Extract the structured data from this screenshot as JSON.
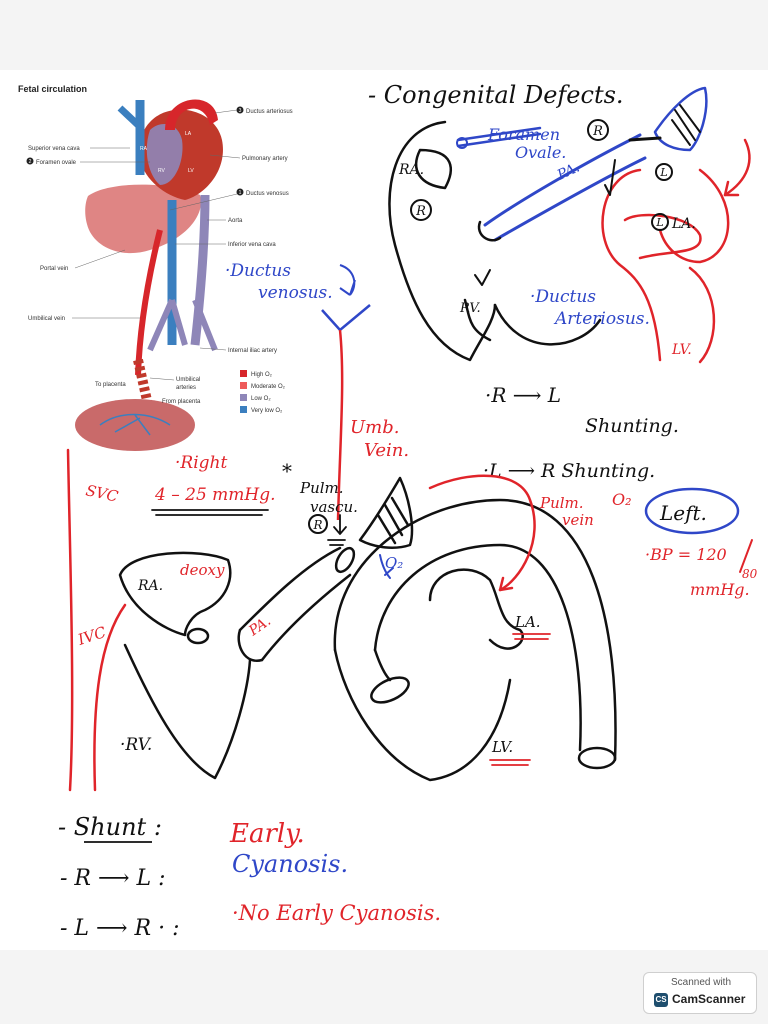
{
  "colors": {
    "ink": "#111111",
    "red": "#e0242a",
    "blue": "#2f47c8",
    "vein_blue": "#3b7fbf",
    "vein_purple": "#8e86b8",
    "placenta": "#c96a6a",
    "liver": "#d9706e"
  },
  "figure": {
    "title": "Fetal circulation",
    "labels": {
      "svc": "Superior vena cava",
      "foramen": "Foramen ovale",
      "ductus_art": "Ductus arteriosus",
      "pulm_art": "Pulmonary artery",
      "ductus_ven": "Ductus venosus",
      "aorta": "Aorta",
      "ivc": "Inferior vena cava",
      "portal": "Portal vein",
      "umb_vein": "Umbilical vein",
      "iliac": "Internal iliac artery",
      "to_placenta": "To placenta",
      "umb_arteries_1": "Umbilical",
      "umb_arteries_2": "arteries",
      "from_placenta": "From placenta",
      "num_1": "1",
      "num_2": "2",
      "num_3": "3",
      "ra": "RA",
      "la": "LA",
      "rv": "RV",
      "lv": "LV"
    },
    "legend": [
      {
        "label": "High O₂",
        "color": "#d7262b"
      },
      {
        "label": "Moderate O₂",
        "color": "#ee5a5a"
      },
      {
        "label": "Low O₂",
        "color": "#8e86b8"
      },
      {
        "label": "Very low O₂",
        "color": "#3b7fbf"
      }
    ]
  },
  "notes": {
    "heading": "- Congenital Defects.",
    "foramen": "Foramen",
    "ovale": "Ovale.",
    "r_circle": "R",
    "l_circle": "L",
    "ra_top": "RA.",
    "pa_top": "PA.",
    "la_top": "LA.",
    "rv_top": "RV.",
    "lv_top": "LV.",
    "ductus_ven_1": "·Ductus",
    "ductus_ven_2": "venosus.",
    "ductus_art_1": "·Ductus",
    "ductus_art_2": "Arteriosus.",
    "umb_vein_1": "Umb.",
    "umb_vein_2": "Vein.",
    "r_to_l_1": "·R ⟶ L",
    "r_to_l_2": "Shunting.",
    "l_to_r": "·L ⟶ R Shunting.",
    "right": "·Right",
    "pressure_right": "4 – 25 mmHg.",
    "star": "*",
    "pulm_vasc_1": "Pulm.",
    "pulm_vasc_2": "vascu.",
    "o2_blue": "O₂",
    "pulm_vein_1": "Pulm.",
    "pulm_vein_2": "vein",
    "o2_red": "O₂",
    "left": "Left.",
    "bp_1": "·BP = 120",
    "bp_2": "80",
    "bp_3": "mmHg.",
    "svc": "SVC",
    "ivc": "IVC",
    "ra": "RA.",
    "deoxy": "deoxy",
    "pa": "PA.",
    "la": "LA.",
    "rv": "·RV.",
    "lv": "LV.",
    "shunt": "- Shunt :",
    "early": "Early.",
    "r_l": "- R ⟶ L :",
    "cyanosis": "Cyanosis.",
    "l_r": "- L ⟶ R · :",
    "no_early": "·No Early Cyanosis."
  },
  "watermark": {
    "scanned_with": "Scanned with",
    "brand": "CamScanner",
    "logo": "CS"
  }
}
